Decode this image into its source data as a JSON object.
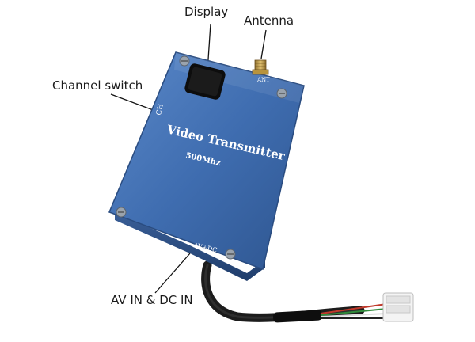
{
  "callouts": {
    "display": "Display",
    "antenna": "Antenna",
    "channel_switch": "Channel switch",
    "power_input": "AV IN & DC IN"
  },
  "device": {
    "title": "Video Transmitter",
    "frequency": "500Mhz",
    "antenna_port": "ANT",
    "power_port": "AV+DC",
    "switch_mark": "CH",
    "body_color": "#3f6db0"
  }
}
